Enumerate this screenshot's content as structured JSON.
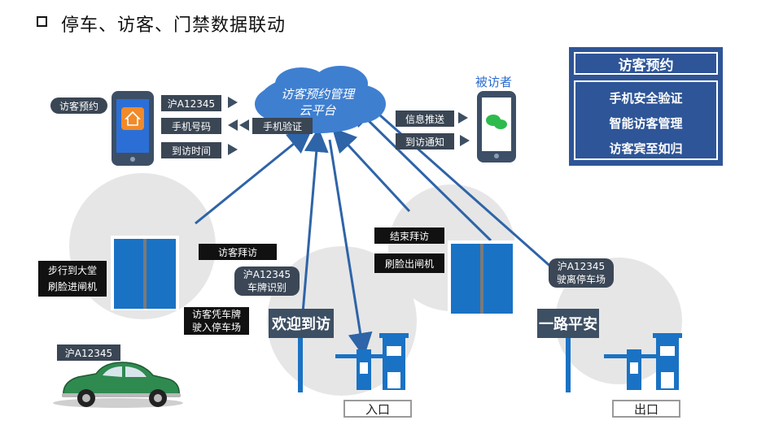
{
  "title": "停车、访客、门禁数据联动",
  "cloud": {
    "line1": "访客预约管理",
    "line2": "云平台"
  },
  "visitor_label": "被访者",
  "booking_bubble": "访客预约",
  "left_tags": {
    "plate": "沪A12345",
    "phone": "手机号码",
    "time": "到访时间",
    "verify": "手机验证"
  },
  "right_tags": {
    "push": "信息推送",
    "notify": "到访通知"
  },
  "panel": {
    "title": "访客预约",
    "items": [
      "手机安全验证",
      "智能访客管理",
      "访客宾至如归"
    ]
  },
  "lobby_label": {
    "line1": "步行到大堂",
    "line2": "刷脸进闸机"
  },
  "visit_label": "访客拜访",
  "entry_plate": {
    "line1": "沪A12345",
    "line2": "车牌识别"
  },
  "drive_in": {
    "line1": "访客凭车牌",
    "line2": "驶入停车场"
  },
  "car_plate": "沪A12345",
  "welcome_sign": "欢迎到访",
  "end_visit": "结束拜访",
  "exit_gate_label": "刷脸出闸机",
  "exit_plate": {
    "line1": "沪A12345",
    "line2": "驶离停车场"
  },
  "farewell_sign": "一路平安",
  "entrance": "入口",
  "exit": "出口",
  "colors": {
    "panel": "#2e5597",
    "cloud": "#3f7fd0",
    "arrow": "#2e64a8",
    "gate": "#1a72c4",
    "circle": "#e6e6e6",
    "car": "#2f8a4f"
  }
}
